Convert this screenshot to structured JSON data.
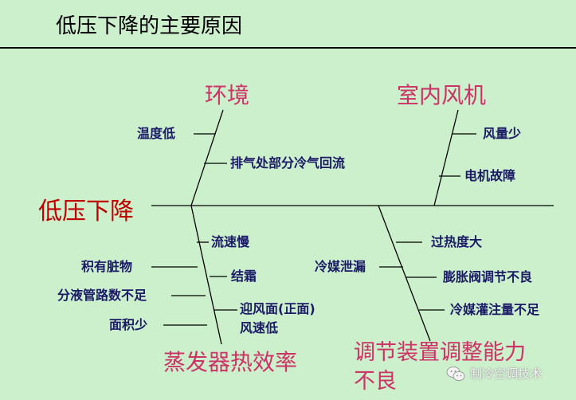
{
  "title": "低压下降的主要原因",
  "effect": "低压下降",
  "categories": {
    "environment": {
      "label": "环境",
      "causes": [
        "温度低",
        "排气处部分冷气回流"
      ]
    },
    "indoor_fan": {
      "label": "室内风机",
      "causes": [
        "风量少",
        "电机故障"
      ]
    },
    "evaporator": {
      "label": "蒸发器热效率",
      "causes": [
        "流速慢",
        "积有脏物",
        "结霜",
        "分液管路数不足",
        "迎风面(正面)",
        "风速低",
        "面积少"
      ]
    },
    "regulator": {
      "label_line1": "调节装置调整能力",
      "label_line2": "不良",
      "causes": [
        "过热度大",
        "冷媒泄漏",
        "膨胀阀调节不良",
        "冷媒灌注量不足"
      ]
    }
  },
  "watermark": "制冷空调技术",
  "colors": {
    "background": "#ccefcc",
    "effect": "#c00000",
    "category": "#cc3366",
    "cause": "#1a1a66"
  }
}
